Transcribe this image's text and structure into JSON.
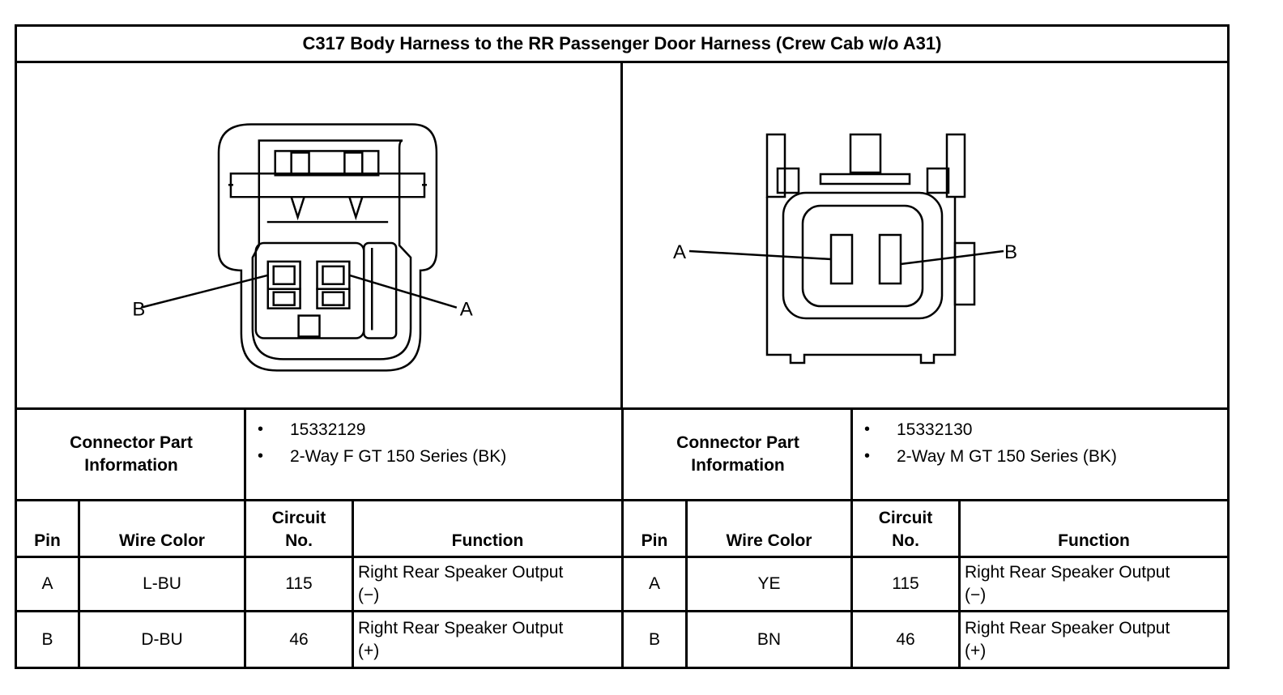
{
  "title": "C317 Body Harness to the RR Passenger Door Harness (Crew Cab w/o A31)",
  "diagram_labels": {
    "left": {
      "pin_a": "A",
      "pin_b": "B"
    },
    "right": {
      "pin_a": "A",
      "pin_b": "B"
    }
  },
  "connectors": [
    {
      "info_label_line1": "Connector Part",
      "info_label_line2": "Information",
      "part_info": [
        "15332129",
        "2-Way F GT 150 Series (BK)"
      ],
      "headers": {
        "pin": "Pin",
        "wire_color": "Wire Color",
        "circuit_line1": "Circuit",
        "circuit_line2": "No.",
        "function": "Function"
      },
      "rows": [
        {
          "pin": "A",
          "wire_color": "L-BU",
          "circuit": "115",
          "function_line1": "Right Rear Speaker Output",
          "function_line2": "(−)"
        },
        {
          "pin": "B",
          "wire_color": "D-BU",
          "circuit": "46",
          "function_line1": "Right Rear Speaker Output",
          "function_line2": "(+)"
        }
      ]
    },
    {
      "info_label_line1": "Connector Part",
      "info_label_line2": "Information",
      "part_info": [
        "15332130",
        "2-Way M GT 150 Series (BK)"
      ],
      "headers": {
        "pin": "Pin",
        "wire_color": "Wire Color",
        "circuit_line1": "Circuit",
        "circuit_line2": "No.",
        "function": "Function"
      },
      "rows": [
        {
          "pin": "A",
          "wire_color": "YE",
          "circuit": "115",
          "function_line1": "Right Rear Speaker Output",
          "function_line2": "(−)"
        },
        {
          "pin": "B",
          "wire_color": "BN",
          "circuit": "46",
          "function_line1": "Right Rear Speaker Output",
          "function_line2": "(+)"
        }
      ]
    }
  ]
}
